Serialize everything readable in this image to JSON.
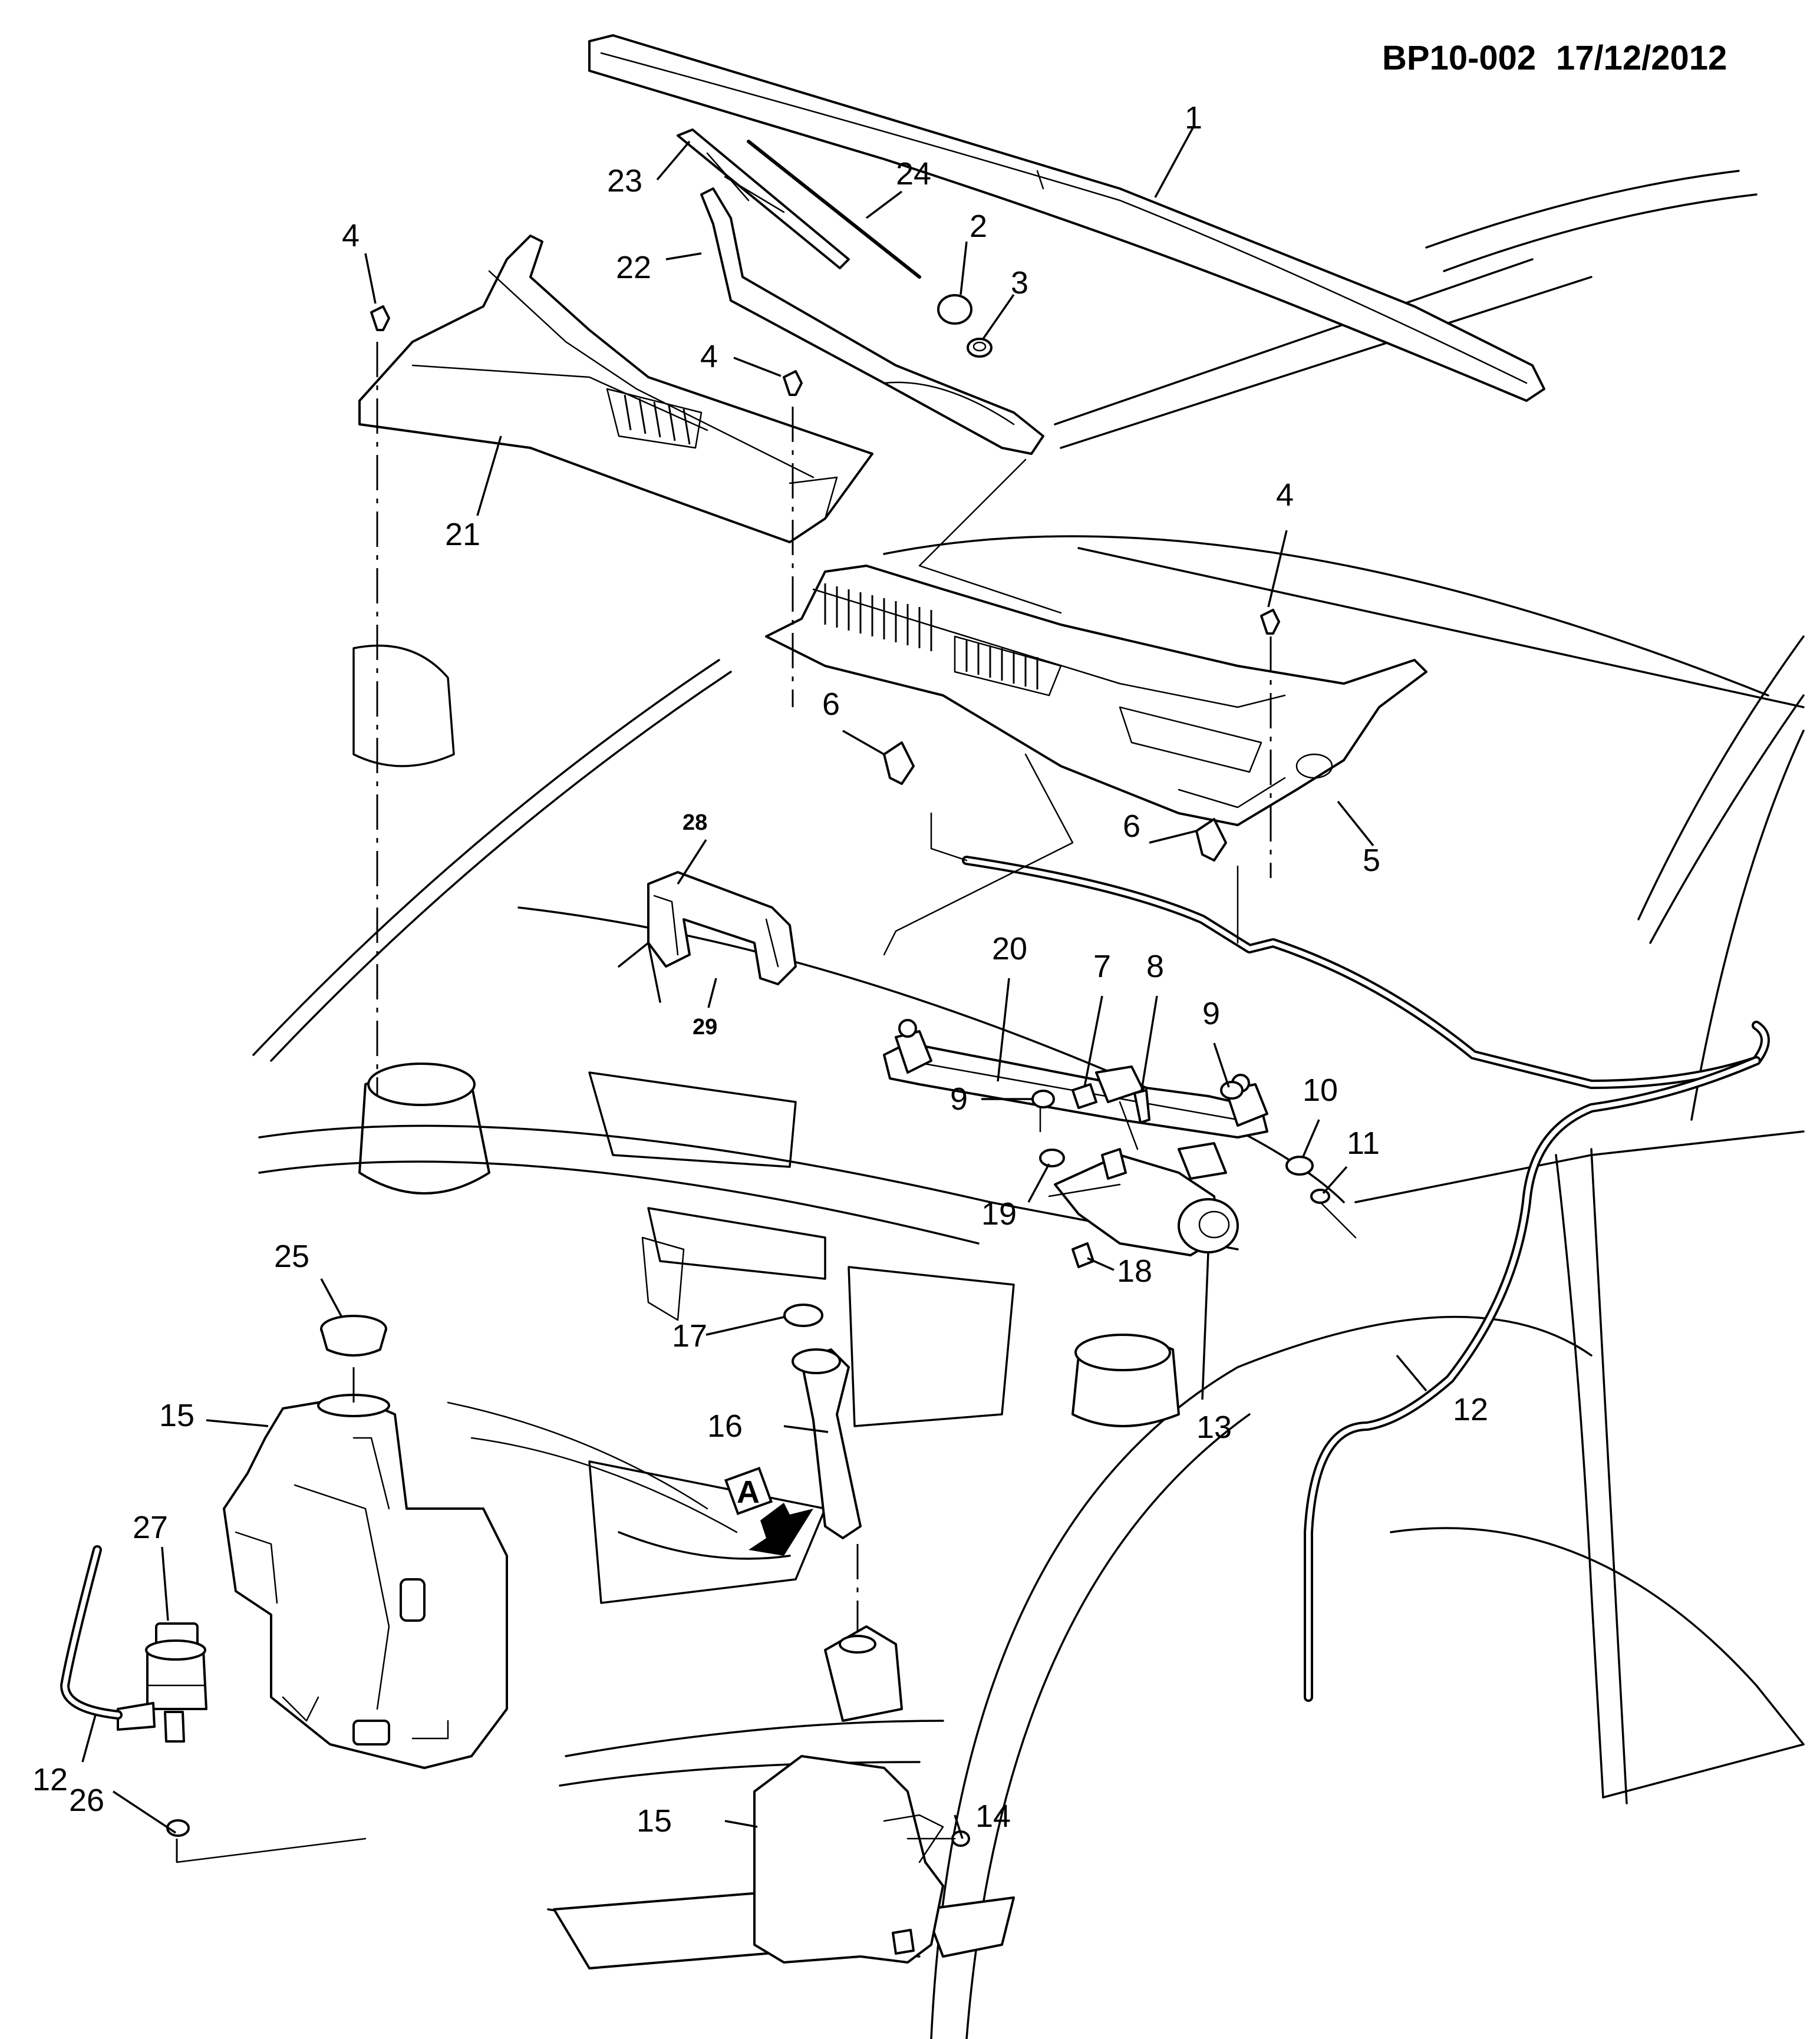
{
  "header": {
    "code": "BP10-002",
    "date": "17/12/2012"
  },
  "view_marker": "A",
  "callouts": [
    {
      "id": "c1",
      "label": "1"
    },
    {
      "id": "c2",
      "label": "2"
    },
    {
      "id": "c3",
      "label": "3"
    },
    {
      "id": "c4a",
      "label": "4"
    },
    {
      "id": "c4b",
      "label": "4"
    },
    {
      "id": "c4c",
      "label": "4"
    },
    {
      "id": "c5",
      "label": "5"
    },
    {
      "id": "c6a",
      "label": "6"
    },
    {
      "id": "c6b",
      "label": "6"
    },
    {
      "id": "c7",
      "label": "7"
    },
    {
      "id": "c8",
      "label": "8"
    },
    {
      "id": "c9a",
      "label": "9"
    },
    {
      "id": "c9b",
      "label": "9"
    },
    {
      "id": "c10",
      "label": "10"
    },
    {
      "id": "c11",
      "label": "11"
    },
    {
      "id": "c12a",
      "label": "12"
    },
    {
      "id": "c12b",
      "label": "12"
    },
    {
      "id": "c13",
      "label": "13"
    },
    {
      "id": "c14",
      "label": "14"
    },
    {
      "id": "c15a",
      "label": "15"
    },
    {
      "id": "c15b",
      "label": "15"
    },
    {
      "id": "c16",
      "label": "16"
    },
    {
      "id": "c17",
      "label": "17"
    },
    {
      "id": "c18",
      "label": "18"
    },
    {
      "id": "c19",
      "label": "19"
    },
    {
      "id": "c20",
      "label": "20"
    },
    {
      "id": "c21",
      "label": "21"
    },
    {
      "id": "c22",
      "label": "22"
    },
    {
      "id": "c23",
      "label": "23"
    },
    {
      "id": "c24",
      "label": "24"
    },
    {
      "id": "c25",
      "label": "25"
    },
    {
      "id": "c26",
      "label": "26"
    },
    {
      "id": "c27",
      "label": "27"
    },
    {
      "id": "c28",
      "label": "28"
    },
    {
      "id": "c29",
      "label": "29"
    }
  ]
}
